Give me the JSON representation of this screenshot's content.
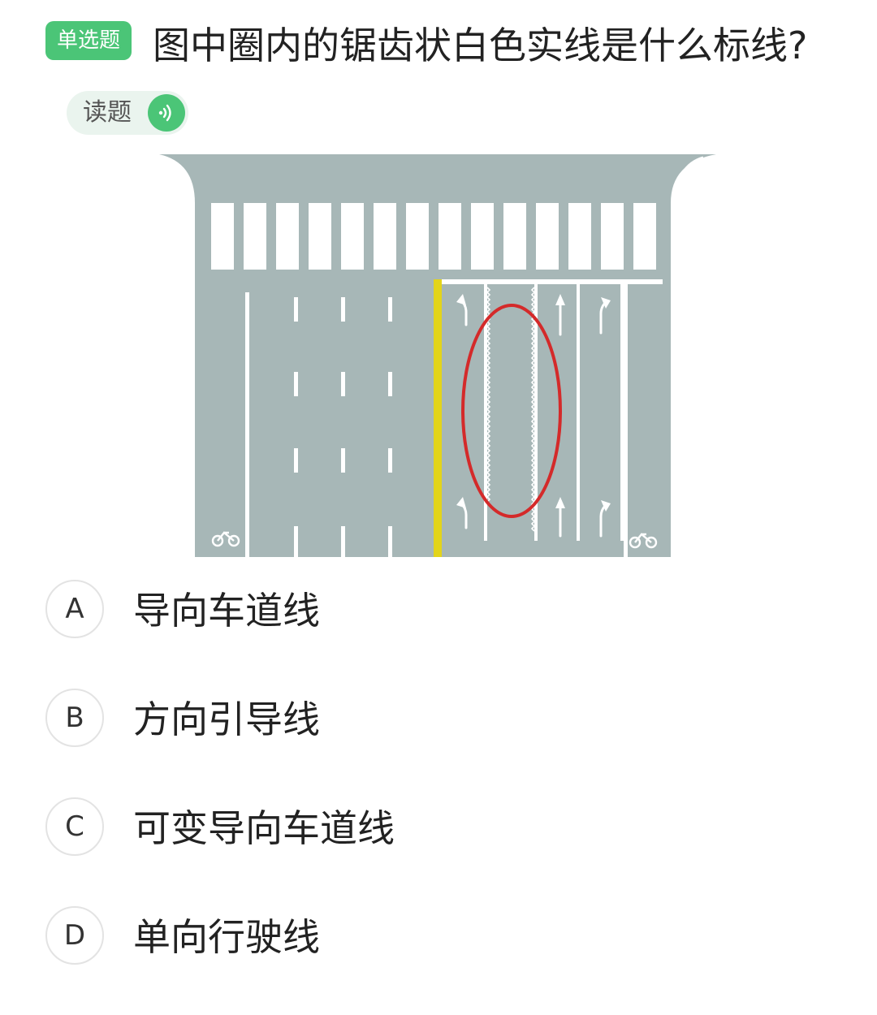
{
  "question": {
    "type_badge": "单选题",
    "text": "图中圈内的锯齿状白色实线是什么标线?",
    "read_label": "读题"
  },
  "options": [
    {
      "letter": "A",
      "text": "导向车道线"
    },
    {
      "letter": "B",
      "text": "方向引导线"
    },
    {
      "letter": "C",
      "text": "可变导向车道线"
    },
    {
      "letter": "D",
      "text": "单向行驶线"
    }
  ],
  "colors": {
    "accent": "#4bc577",
    "road": "#a7b7b7",
    "center_line": "#e3d41a",
    "highlight_circle": "#d42a2a"
  }
}
